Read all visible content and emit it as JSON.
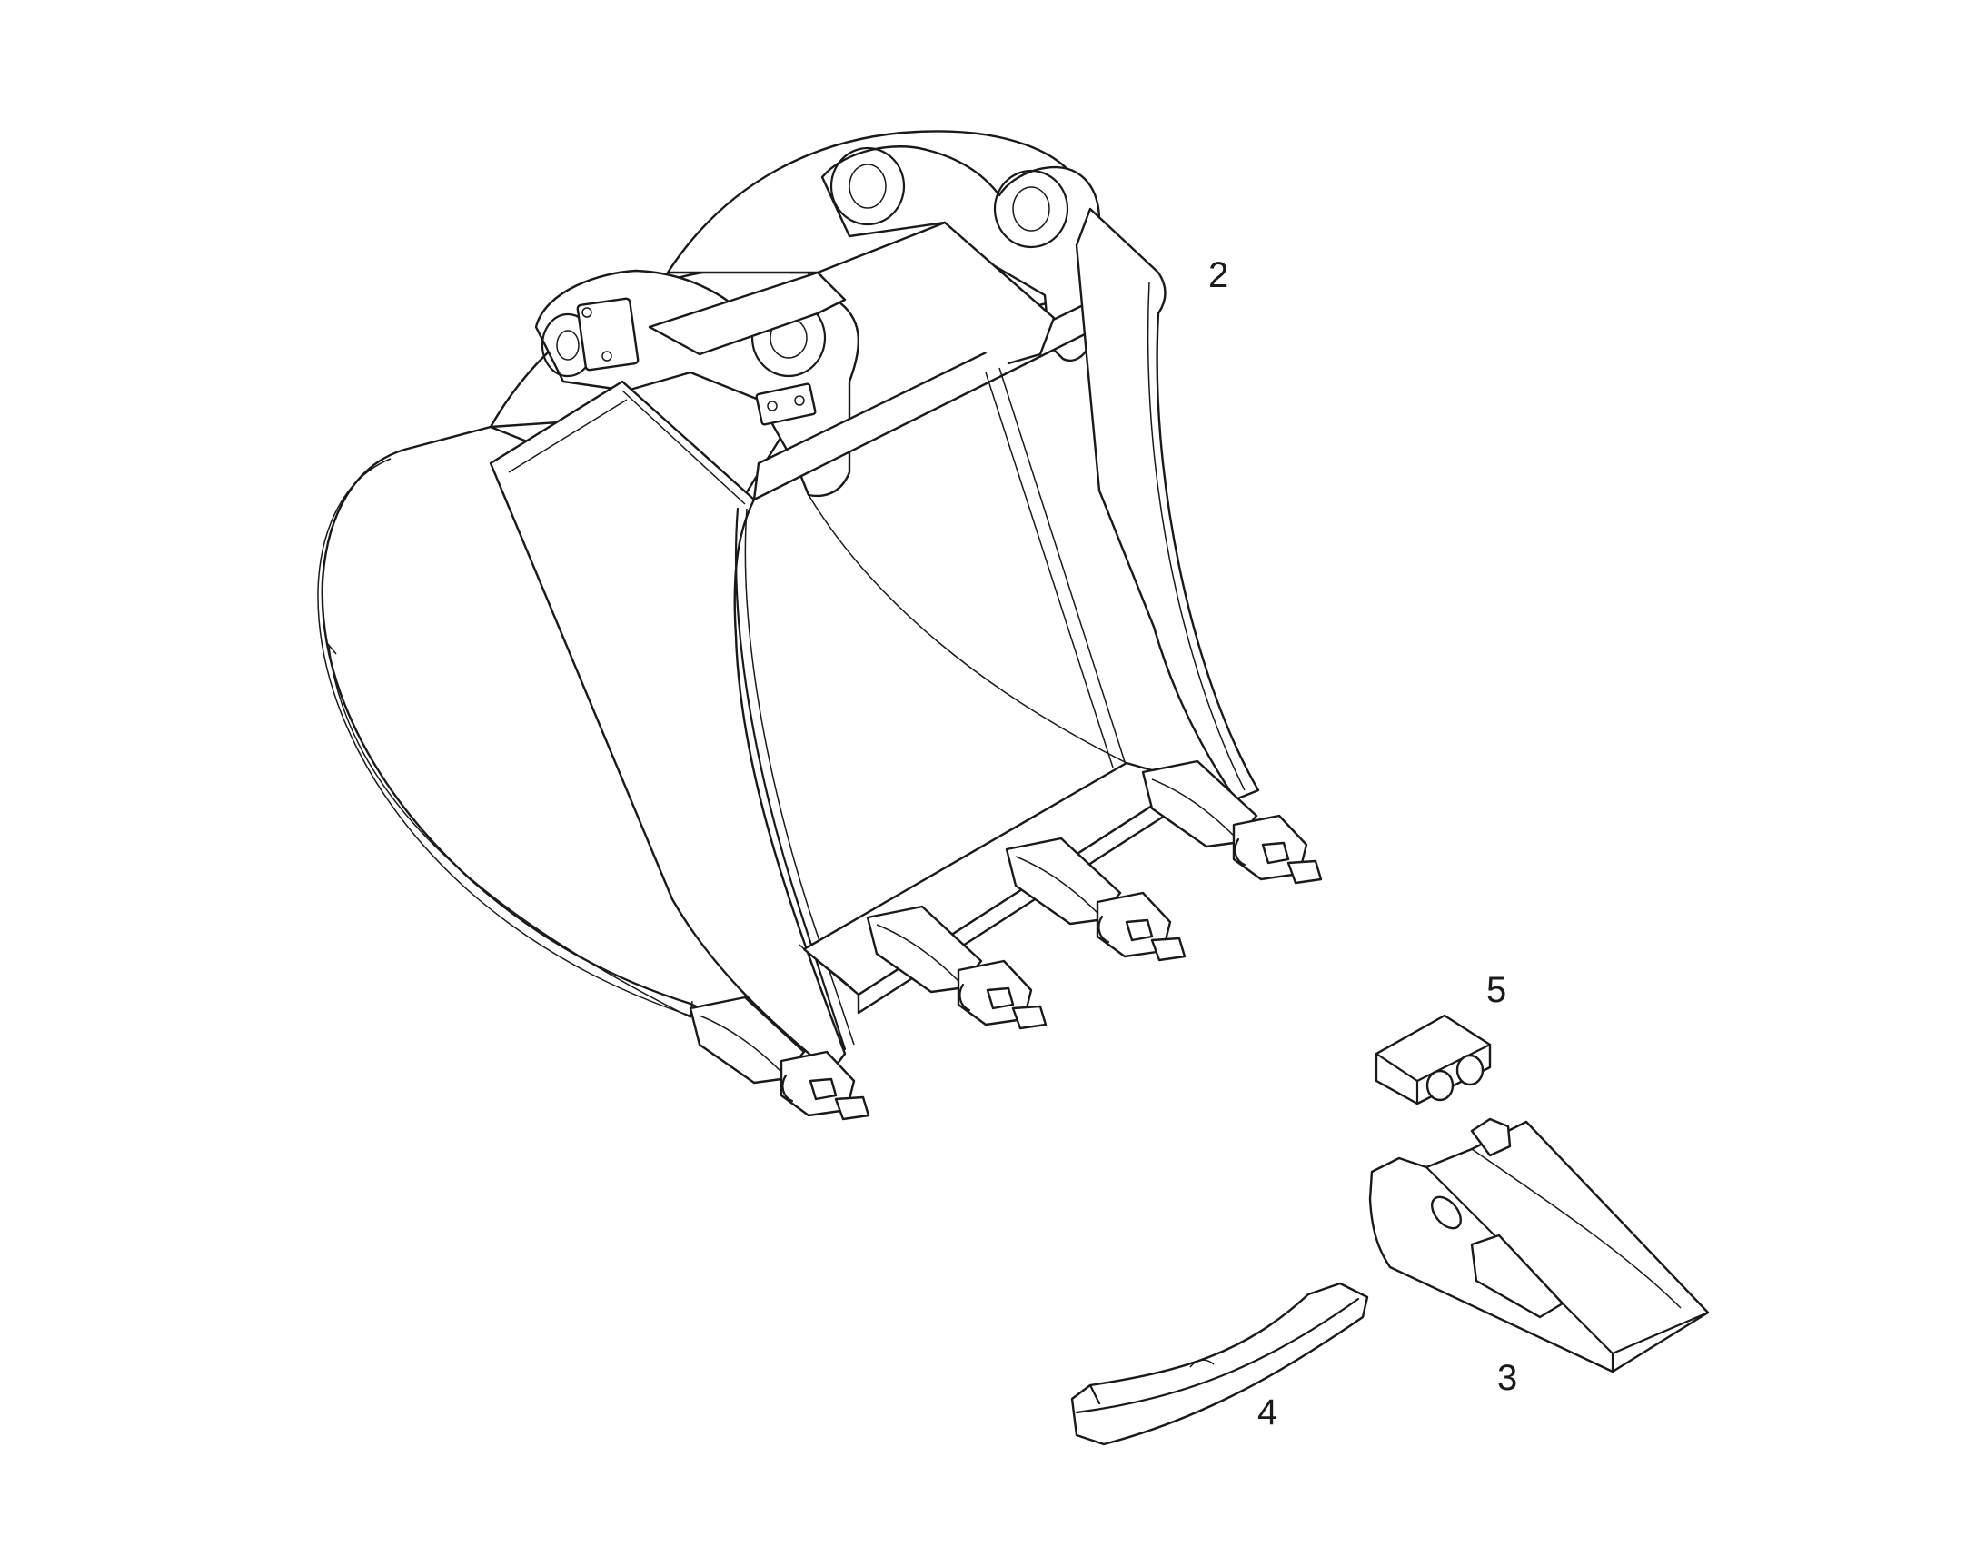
{
  "callouts": {
    "bucket": "2",
    "tooth": "3",
    "wear_strip": "4",
    "retainer": "5"
  }
}
